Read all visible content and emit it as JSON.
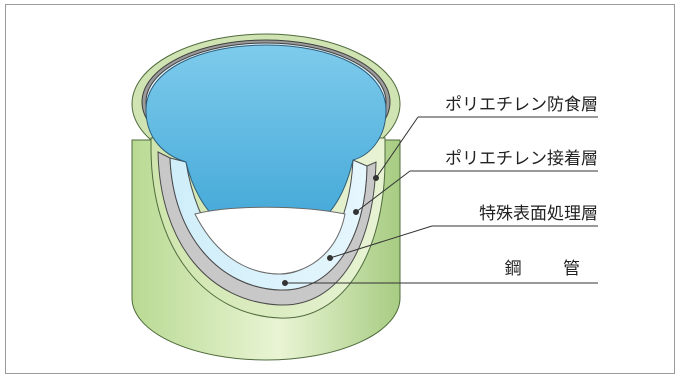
{
  "labels": {
    "pe_coating": "ポリエチレン防食層",
    "pe_adhesive": "ポリエチレン接着層",
    "surface_treatment": "特殊表面処理層",
    "steel_pipe": "鋼 管"
  },
  "colors": {
    "pe_green_light": "#e3f1c9",
    "pe_green_dark": "#9cc47a",
    "adhesive_gray": "#8f8f8f",
    "surface_layer": "#d8d8d8",
    "steel_blue_light": "#d9f0fb",
    "steel_blue": "#8fd4f2",
    "leader_line": "#333333"
  }
}
